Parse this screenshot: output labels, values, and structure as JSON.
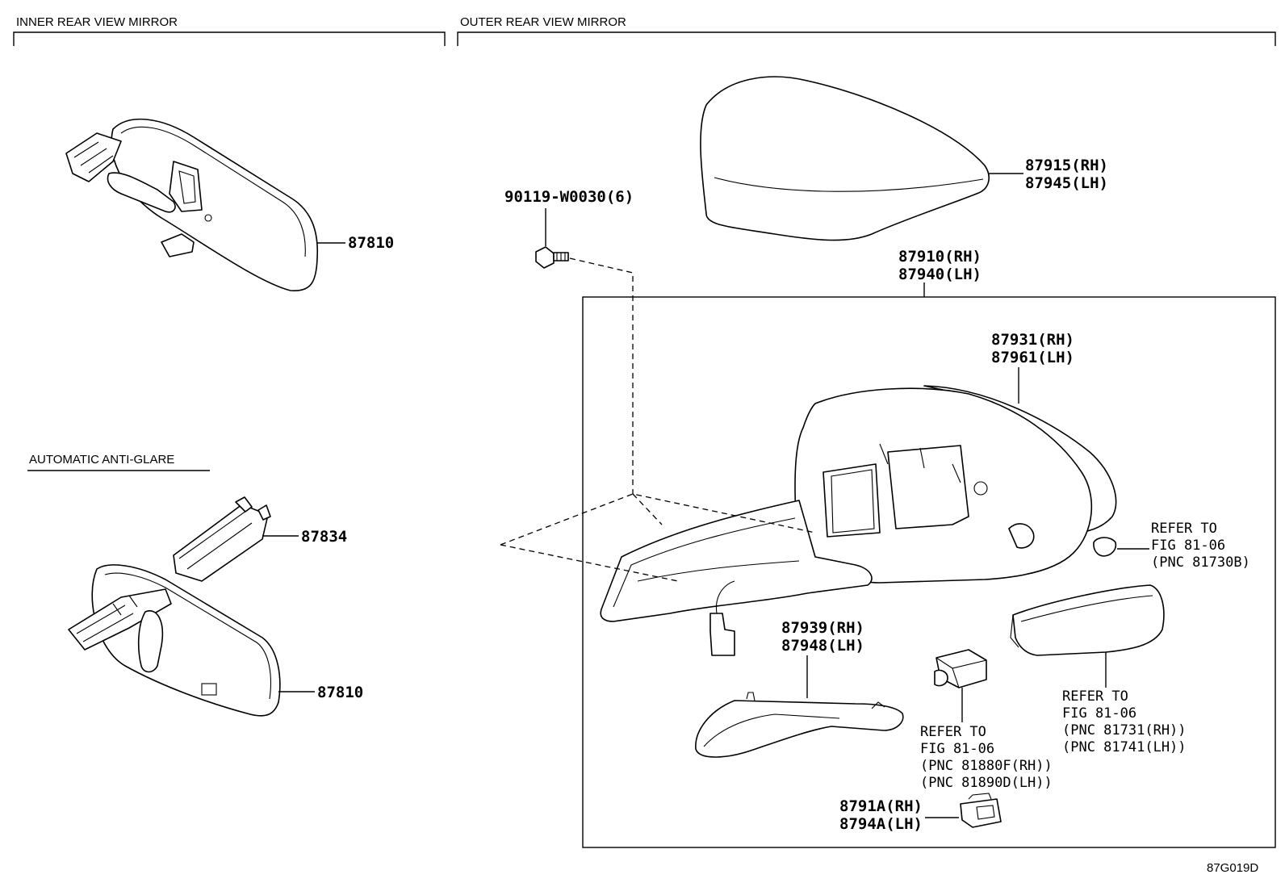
{
  "sections": {
    "inner": "INNER REAR VIEW MIRROR",
    "outer": "OUTER REAR VIEW MIRROR",
    "anti_glare": "AUTOMATIC ANTI-GLARE"
  },
  "callouts": {
    "inner_mirror": "87810",
    "cover": "87834",
    "anti_glare_mirror": "87810",
    "bolt": "90119-W0030(6)",
    "visor_rh": "87915(RH)",
    "visor_lh": "87945(LH)",
    "assy_rh": "87910(RH)",
    "assy_lh": "87940(LH)",
    "mirror_sub_rh": "87931(RH)",
    "mirror_sub_lh": "87961(LH)",
    "ref_bulb": [
      "REFER TO",
      "FIG 81-06",
      "(PNC 81730B)"
    ],
    "cover_lower_rh": "87939(RH)",
    "cover_lower_lh": "87948(LH)",
    "ref_lamp": [
      "REFER TO",
      "FIG 81-06",
      "(PNC 81880F(RH))",
      "(PNC 81890D(LH))"
    ],
    "ref_turn": [
      "REFER TO",
      "FIG 81-06",
      "(PNC 81731(RH))",
      "(PNC 81741(LH))"
    ],
    "clip_rh": "8791A(RH)",
    "clip_lh": "8794A(LH)"
  },
  "figure_code": "87G019D"
}
